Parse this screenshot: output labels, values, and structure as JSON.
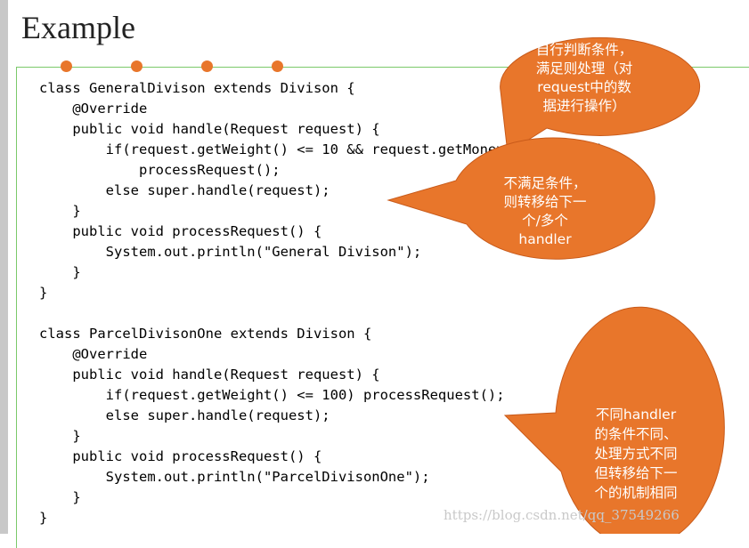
{
  "slide": {
    "title": "Example"
  },
  "code_lines": [
    "class GeneralDivison extends Divison {",
    "    @Override",
    "    public void handle(Request request) {",
    "        if(request.getWeight() <= 10 && request.getMoney() <= 10000)",
    "            processRequest();",
    "        else super.handle(request);",
    "    }",
    "    public void processRequest() {",
    "        System.out.println(\"General Divison\");",
    "    }",
    "}",
    "",
    "class ParcelDivisonOne extends Divison {",
    "    @Override",
    "    public void handle(Request request) {",
    "        if(request.getWeight() <= 100) processRequest();",
    "        else super.handle(request);",
    "    }",
    "    public void processRequest() {",
    "        System.out.println(\"ParcelDivisonOne\");",
    "    }",
    "}"
  ],
  "callouts": {
    "top": [
      "自行判断条件，",
      "满足则处理（对",
      "request中的数",
      "据进行操作）"
    ],
    "middle": [
      "不满足条件，",
      "则转移给下一",
      "个/多个",
      "handler"
    ],
    "bottom": [
      "不同handler",
      "的条件不同、",
      "处理方式不同",
      "但转移给下一",
      "个的机制相同"
    ]
  },
  "colors": {
    "callout_fill": "#e8762b",
    "callout_stroke": "#c85a1a",
    "frame": "#7bc96a"
  },
  "watermark": "https://blog.csdn.net/qq_37549266"
}
